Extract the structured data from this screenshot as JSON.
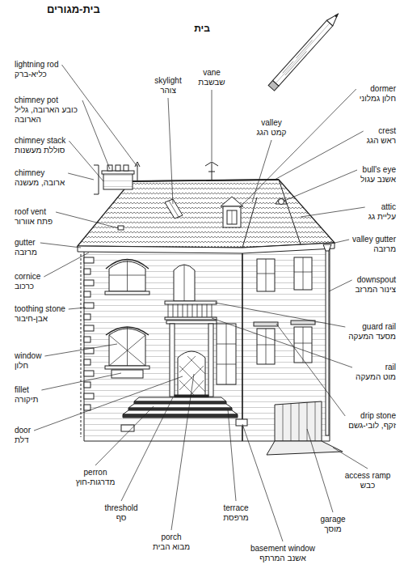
{
  "diagram": {
    "title": "בית-מגורים",
    "labels": [
      "בית",
      "lightning rod",
      "כליא-ברק",
      "chimney pot",
      "כובע הארובה, גליל הארובה",
      "chimney stack",
      "סוללת מעשנות",
      "chimney",
      "ארובה, מעשנה",
      "roof vent",
      "פתח אוורור",
      "gutter",
      "מרזבה",
      "cornice",
      "כרכוב",
      "toothing stone",
      "אבן-חיבור",
      "window",
      "חלון",
      "fillet",
      "תיקורה",
      "door",
      "דלת",
      "perron",
      "מדרגות-חוץ",
      "threshold",
      "סף",
      "porch",
      "מבוא הבית",
      "skylight",
      "צוהר",
      "vane",
      "שבשבת",
      "dormer",
      "חלון גמלוני",
      "valley",
      "קמט הגג",
      "crest",
      "ראש הגג",
      "bull's eye",
      "אשנב עגול",
      "attic",
      "עליית גג",
      "valley gutter",
      "מרזבה",
      "downspout",
      "צינור המרזב",
      "guard rail",
      "מסעד המעקה",
      "rail",
      "מוט המעקה",
      "drip stone",
      "זקף, לובי-גשם",
      "access ramp",
      "כבש",
      "garage",
      "מוסך",
      "basement window",
      "אשנב המרתף",
      "terrace",
      "מרפסת"
    ]
  }
}
